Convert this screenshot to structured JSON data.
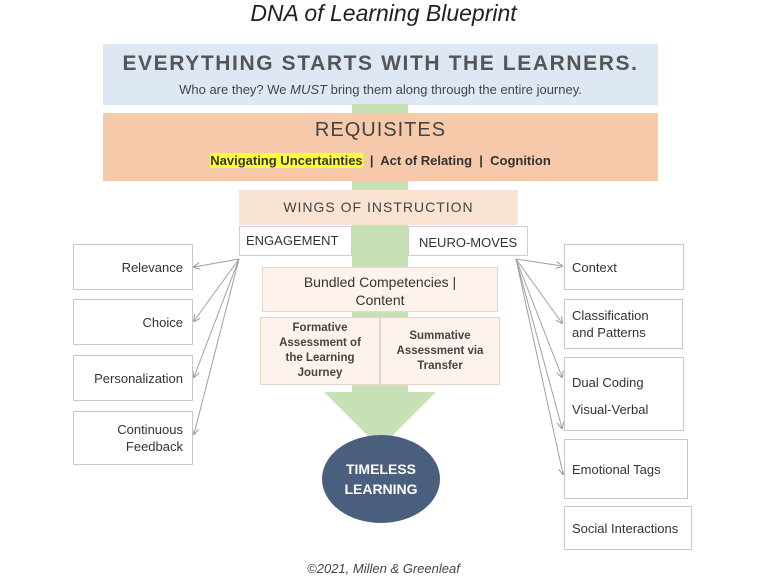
{
  "title": "DNA of Learning Blueprint",
  "banner": {
    "heading": "EVERYTHING STARTS WITH THE LEARNERS.",
    "sub_before": "Who are they?  We ",
    "sub_emphasis": "MUST",
    "sub_after": " bring them along through the entire journey."
  },
  "requisites": {
    "heading": "REQUISITES",
    "item1": "Navigating Uncertainties",
    "sep": "  |  ",
    "item2": "Act of Relating",
    "item3": "Cognition"
  },
  "wings": {
    "heading": "WINGS OF INSTRUCTION",
    "engagement": "ENGAGEMENT",
    "neuro": "NEURO-MOVES"
  },
  "bundle": {
    "line1": "Bundled Competencies  |",
    "line2": "Content"
  },
  "assessment": {
    "formative": "Formative Assessment of the Learning Journey",
    "summative": "Summative Assessment via Transfer"
  },
  "outcome": {
    "line1": "TIMELESS",
    "line2": "LEARNING"
  },
  "engagement_items": [
    "Relevance",
    "Choice",
    "Personalization",
    "Continuous Feedback"
  ],
  "neuro_items": [
    "Context",
    "Classification and Patterns",
    "Dual Coding",
    "Visual-Verbal",
    "Emotional Tags",
    "Social Interactions"
  ],
  "footer": "©2021, Millen & Greenleaf",
  "colors": {
    "banner": "#dde8f4",
    "requisites": "#f5c9a9",
    "wings": "#fbe3d3",
    "stem": "#c7e0b5",
    "outcome": "#4a5f7e",
    "highlight": "#ffff3a"
  }
}
